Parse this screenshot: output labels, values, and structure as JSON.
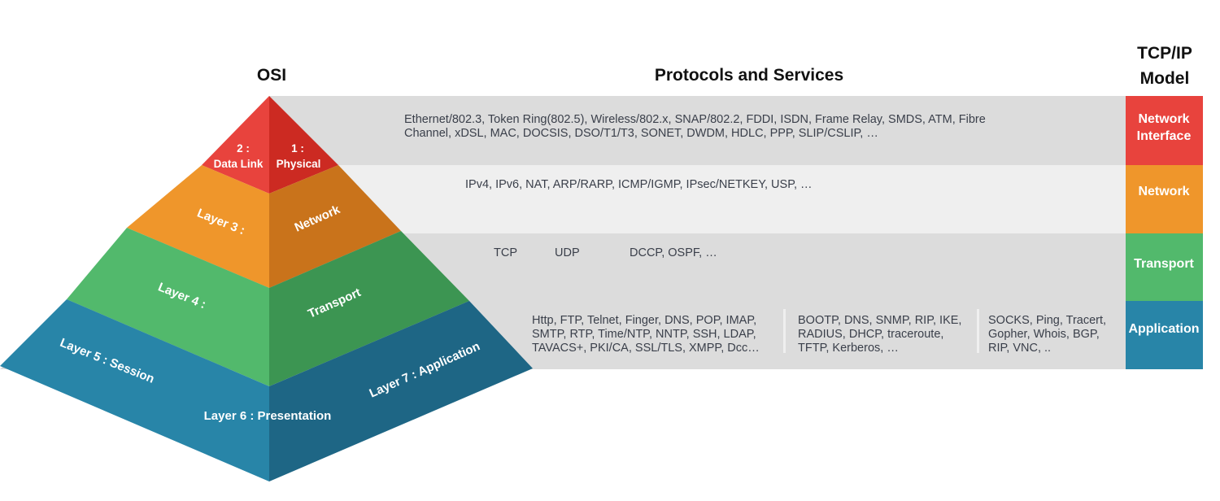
{
  "headers": {
    "osi": "OSI",
    "protocols": "Protocols and Services",
    "tcpip_line1": "TCP/IP",
    "tcpip_line2": "Model"
  },
  "pyramid": {
    "l2_num": "2 :",
    "l2_name": "Data Link",
    "l1_num": "1 :",
    "l1_name": "Physical",
    "l3_left": "Layer 3 :",
    "l3_right": "Network",
    "l4_left": "Layer 4 :",
    "l4_right": "Transport",
    "l5": "Layer 5 : Session",
    "l6": "Layer 6 : Presentation",
    "l7": "Layer 7 : Application"
  },
  "rows": {
    "network_interface": [
      "Ethernet/802.3, Token Ring(802.5), Wireless/802.x, SNAP/802.2, FDDI, ISDN, Frame Relay, SMDS, ATM, Fibre",
      "Channel, xDSL, MAC, DOCSIS, DSO/T1/T3, SONET, DWDM, HDLC, PPP, SLIP/CSLIP, …"
    ],
    "network": "IPv4, IPv6, NAT, ARP/RARP, ICMP/IGMP, IPsec/NETKEY, USP, …",
    "transport": [
      "TCP",
      "UDP",
      "DCCP, OSPF, …"
    ],
    "application_col1": [
      "Http, FTP, Telnet, Finger, DNS, POP, IMAP,",
      "SMTP, RTP, Time/NTP, NNTP, SSH, LDAP,",
      "TAVACS+, PKI/CA, SSL/TLS, XMPP, Dcc…"
    ],
    "application_col2": [
      "BOOTP, DNS, SNMP, RIP, IKE,",
      "RADIUS, DHCP, traceroute,",
      "TFTP, Kerberos, …"
    ],
    "application_col3": [
      "SOCKS, Ping, Tracert,",
      "Gopher, Whois, BGP,",
      "RIP, VNC, .."
    ]
  },
  "tcpip": {
    "network_interface_1": "Network",
    "network_interface_2": "Interface",
    "network": "Network",
    "transport": "Transport",
    "application": "Application"
  },
  "colors": {
    "red": "#e8433d",
    "red_dark": "#cc2a22",
    "orange": "#ef962b",
    "orange_dark": "#c9731b",
    "green": "#52b96c",
    "green_dark": "#3c9552",
    "blue": "#2885a8",
    "blue_dark": "#1e6685",
    "band_gray": "#dcdcdc",
    "band_light": "#efefef"
  }
}
